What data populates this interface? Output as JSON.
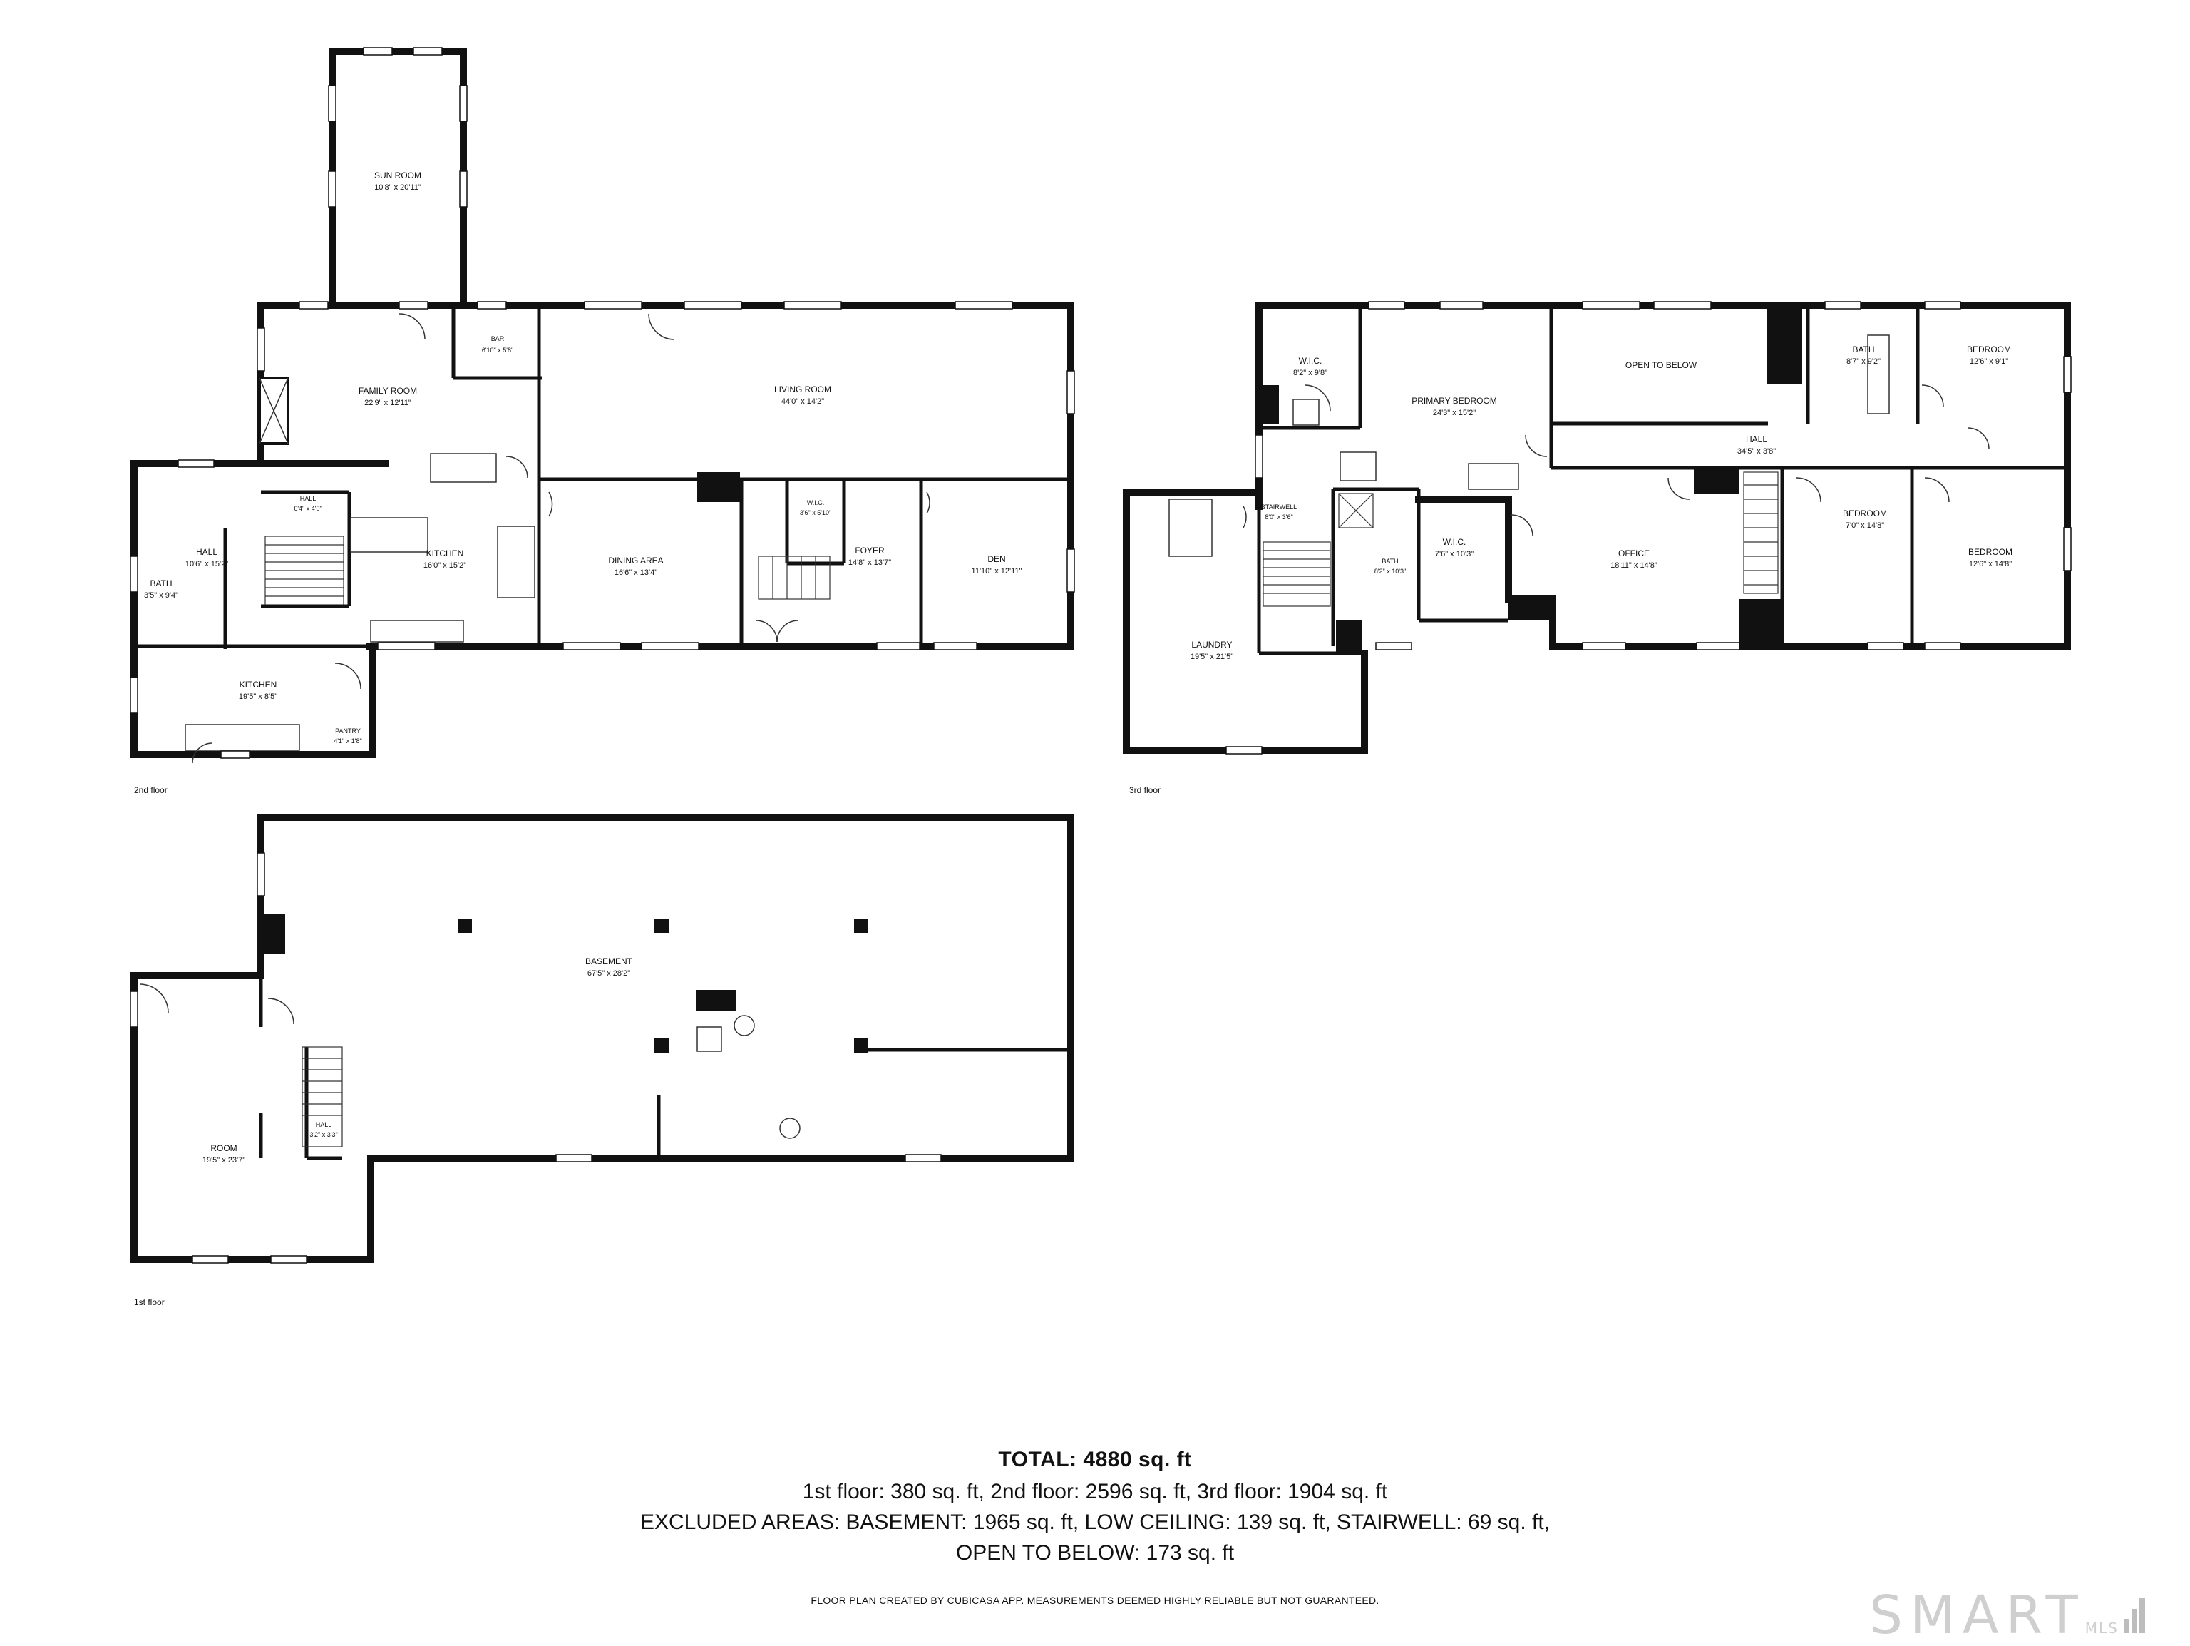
{
  "floors": {
    "second": "2nd floor",
    "third": "3rd floor",
    "first": "1st floor"
  },
  "rooms": {
    "sun_room": {
      "name": "SUN ROOM",
      "dim": "10'8\" x 20'11\""
    },
    "family_room": {
      "name": "FAMILY ROOM",
      "dim": "22'9\" x 12'11\""
    },
    "bar": {
      "name": "BAR",
      "dim": "6'10\" x 5'8\""
    },
    "living_room": {
      "name": "LIVING ROOM",
      "dim": "44'0\" x 14'2\""
    },
    "hall_small": {
      "name": "HALL",
      "dim": "6'4\" x 4'0\""
    },
    "hall_left": {
      "name": "HALL",
      "dim": "10'6\" x 15'2\""
    },
    "bath_left": {
      "name": "BATH",
      "dim": "3'5\" x 9'4\""
    },
    "kitchen_main": {
      "name": "KITCHEN",
      "dim": "16'0\" x 15'2\""
    },
    "dining": {
      "name": "DINING AREA",
      "dim": "16'6\" x 13'4\""
    },
    "wic_foyer": {
      "name": "W.I.C.",
      "dim": "3'6\" x 5'10\""
    },
    "foyer": {
      "name": "FOYER",
      "dim": "14'8\" x 13'7\""
    },
    "den": {
      "name": "DEN",
      "dim": "11'10\" x 12'11\""
    },
    "kitchen_lower": {
      "name": "KITCHEN",
      "dim": "19'5\" x 8'5\""
    },
    "pantry": {
      "name": "PANTRY",
      "dim": "4'1\" x 1'8\""
    },
    "wic_primary": {
      "name": "W.I.C.",
      "dim": "8'2\" x 9'8\""
    },
    "primary_bedroom": {
      "name": "PRIMARY BEDROOM",
      "dim": "24'3\" x 15'2\""
    },
    "open_to_below": {
      "name": "OPEN TO BELOW",
      "dim": ""
    },
    "bath_upper": {
      "name": "BATH",
      "dim": "8'7\" x 9'2\""
    },
    "bedroom_1": {
      "name": "BEDROOM",
      "dim": "12'6\" x 9'1\""
    },
    "hall_upper": {
      "name": "HALL",
      "dim": "34'5\" x 3'8\""
    },
    "stairwell": {
      "name": "STAIRWELL",
      "dim": "8'0\" x 3'6\""
    },
    "bath_small": {
      "name": "BATH",
      "dim": "8'2\" x 10'3\""
    },
    "wic_upper": {
      "name": "W.I.C.",
      "dim": "7'6\" x 10'3\""
    },
    "office": {
      "name": "OFFICE",
      "dim": "18'11\" x 14'8\""
    },
    "bedroom_2": {
      "name": "BEDROOM",
      "dim": "7'0\" x 14'8\""
    },
    "bedroom_3": {
      "name": "BEDROOM",
      "dim": "12'6\" x 14'8\""
    },
    "laundry": {
      "name": "LAUNDRY",
      "dim": "19'5\" x 21'5\""
    },
    "basement": {
      "name": "BASEMENT",
      "dim": "67'5\" x 28'2\""
    },
    "room": {
      "name": "ROOM",
      "dim": "19'5\" x 23'7\""
    },
    "hall_basement": {
      "name": "HALL",
      "dim": "3'2\" x 3'3\""
    }
  },
  "summary": {
    "total": "TOTAL: 4880 sq. ft",
    "line1": "1st floor: 380 sq. ft, 2nd floor: 2596 sq. ft, 3rd floor: 1904 sq. ft",
    "line2": "EXCLUDED AREAS: BASEMENT: 1965 sq. ft, LOW CEILING: 139 sq. ft, STAIRWELL: 69 sq. ft,",
    "line3": "OPEN TO BELOW: 173 sq. ft",
    "disclaimer": "FLOOR PLAN CREATED BY CUBICASA APP. MEASUREMENTS DEEMED HIGHLY RELIABLE BUT NOT GUARANTEED."
  },
  "logo": {
    "main": "SMART",
    "sub": "MLS"
  },
  "colors": {
    "wall": "#111111",
    "window": "#ffffff",
    "logo": "#cfcfcf"
  }
}
